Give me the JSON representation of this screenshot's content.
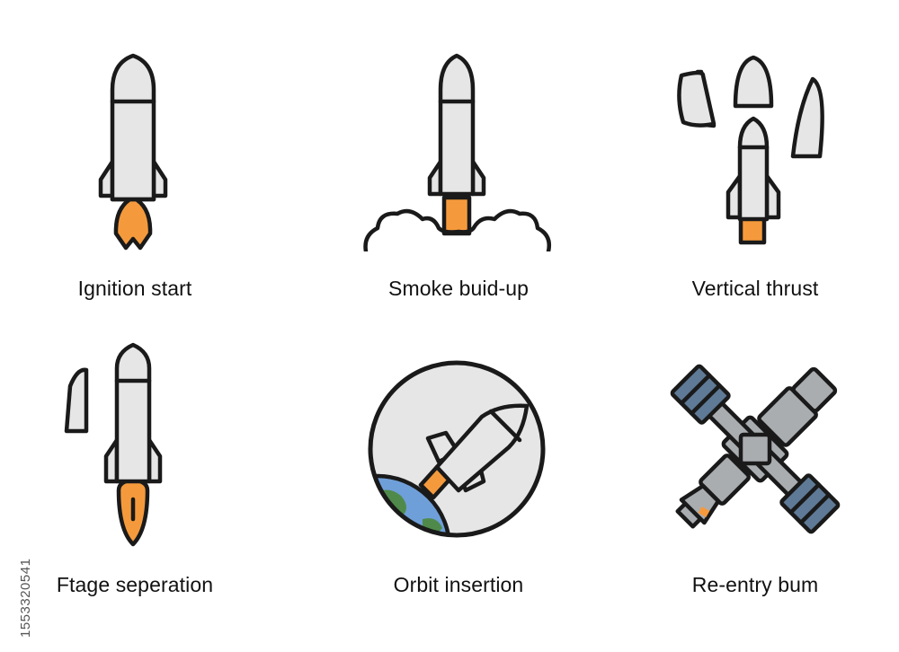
{
  "colors": {
    "outline": "#1a1a1a",
    "body_fill": "#e6e6e6",
    "flame": "#f59a3c",
    "earth_ocean": "#6f9fd8",
    "earth_land": "#4f8a4a",
    "panel": "#5f7a96",
    "module": "#a9adb0"
  },
  "icons": [
    {
      "id": "ignition-start",
      "label": "Ignition start",
      "icon": "rocket-ignition-icon"
    },
    {
      "id": "smoke-build-up",
      "label": "Smoke buid-up",
      "icon": "rocket-smoke-icon"
    },
    {
      "id": "vertical-thrust",
      "label": "Vertical thrust",
      "icon": "rocket-fairing-icon"
    },
    {
      "id": "stage-separation",
      "label": "Ftage seperation",
      "icon": "rocket-stage-separation-icon"
    },
    {
      "id": "orbit-insertion",
      "label": "Orbit insertion",
      "icon": "rocket-orbit-icon"
    },
    {
      "id": "re-entry-burn",
      "label": "Re-entry bum",
      "icon": "space-station-icon"
    }
  ],
  "stock_id": "1553320541"
}
